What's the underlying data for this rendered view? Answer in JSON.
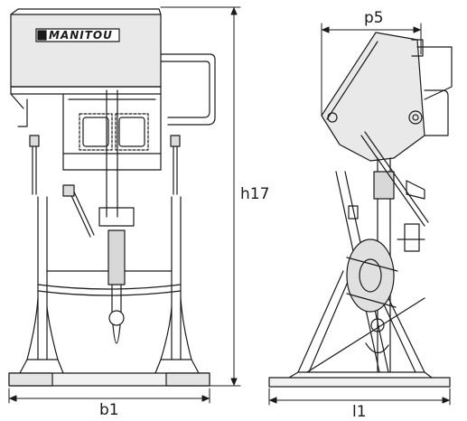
{
  "brand": "MANITOU",
  "dimensions": {
    "width_front": "b1",
    "height": "h17",
    "length": "l1",
    "jib_offset": "p5"
  }
}
